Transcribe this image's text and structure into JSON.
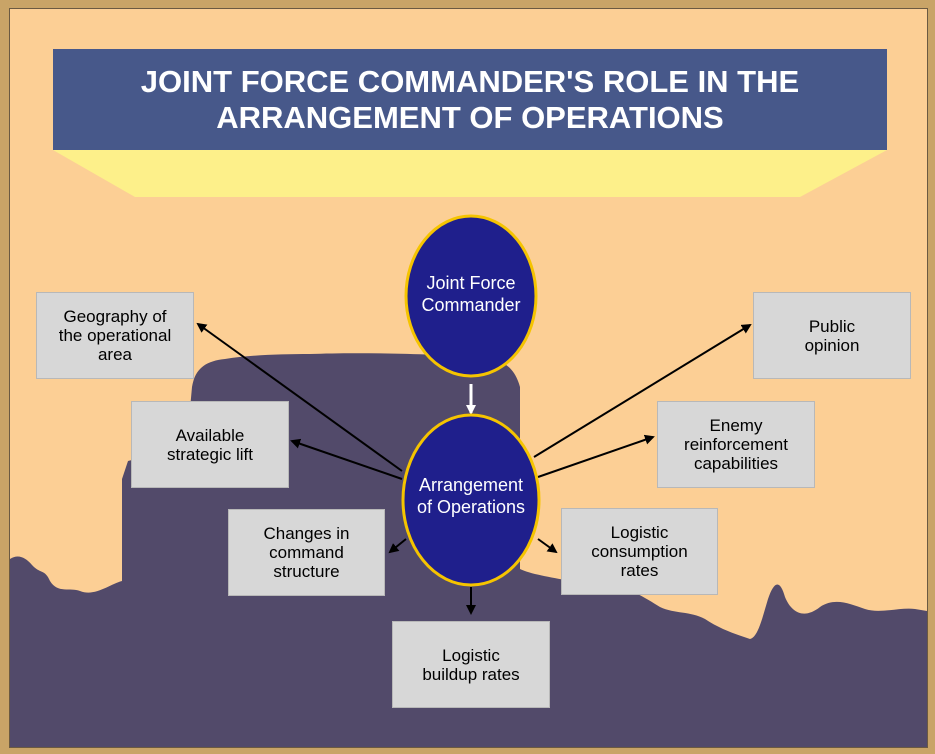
{
  "title": "JOINT FORCE COMMANDER'S ROLE IN THE ARRANGEMENT OF OPERATIONS",
  "nodes": {
    "commander": "Joint Force\nCommander",
    "arrangement": "Arrangement\nof Operations"
  },
  "factors": {
    "geography": "Geography of\nthe operational\narea",
    "strategic_lift": "Available\nstrategic lift",
    "command_structure": "Changes in\ncommand\nstructure",
    "buildup_rates": "Logistic\nbuildup rates",
    "consumption_rates": "Logistic\nconsumption\nrates",
    "enemy_reinforcement": "Enemy\nreinforcement\ncapabilities",
    "public_opinion": "Public\nopinion"
  },
  "colors": {
    "frame": "#c9a467",
    "sky": "#fccf95",
    "title_bg": "#47588a",
    "light_beam": "#fdf08a",
    "terrain": "#524a6a",
    "node_fill": "#1f1f8c",
    "node_outline": "#f5c400",
    "factor_box": "#d7d7d7"
  }
}
